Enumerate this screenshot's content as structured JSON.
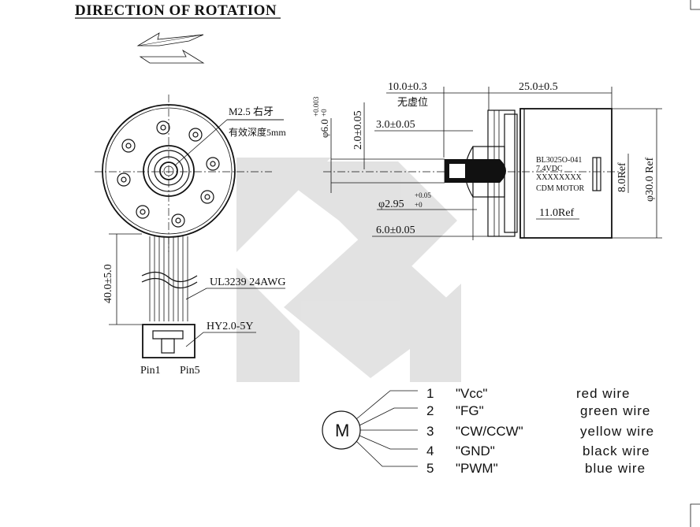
{
  "heading": "DIRECTION OF ROTATION",
  "front_view": {
    "thread_label": "M2.5 右牙",
    "thread_depth_label": "有效深度5mm",
    "cable_length": "40.0±5.0",
    "cable_type": "UL3239 24AWG",
    "connector_type": "HY2.0-5Y",
    "pin_first": "Pin1",
    "pin_last": "Pin5"
  },
  "side_view": {
    "dim_length_shaft": "10.0±0.3",
    "dim_length_shaft_note": "无虚位",
    "dim_body_length": "25.0±0.5",
    "dim_hole_dia": "φ6.0",
    "dim_hole_dia_tol_upper": "+0.003",
    "dim_hole_dia_tol_lower": "+0",
    "dim_height": "2.0±0.05",
    "dim_depth": "3.0±0.05",
    "dim_bore": "φ2.95",
    "dim_bore_tol_upper": "+0.05",
    "dim_bore_tol_lower": "+0",
    "dim_step": "6.0±0.05",
    "dim_inner_ref": "11.0Ref",
    "dim_flat_ref": "8.0Ref",
    "dim_outer_dia": "φ30.0  Ref",
    "label_line1": "BL3025O-041",
    "label_line2": "7.4VDC",
    "label_line3": "XXXXXXXX",
    "label_line4": "CDM MOTOR"
  },
  "wiring": {
    "motor_symbol": "M",
    "pins": [
      {
        "num": "1",
        "signal": "\"Vcc\"",
        "wire": "red wire"
      },
      {
        "num": "2",
        "signal": "\"FG\"",
        "wire": "green wire"
      },
      {
        "num": "3",
        "signal": "\"CW/CCW\"",
        "wire": "yellow wire"
      },
      {
        "num": "4",
        "signal": "\"GND\"",
        "wire": "black wire"
      },
      {
        "num": "5",
        "signal": "\"PWM\"",
        "wire": "blue wire"
      }
    ]
  },
  "colors": {
    "ink": "#111111",
    "watermark": "#dedede"
  }
}
